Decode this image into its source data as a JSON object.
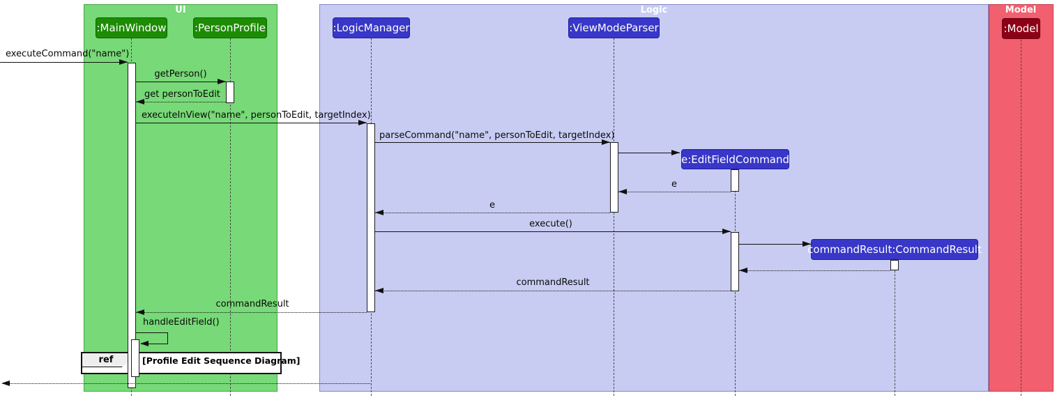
{
  "frames": {
    "ui": {
      "title": "UI"
    },
    "logic": {
      "title": "Logic"
    },
    "model": {
      "title": "Model"
    }
  },
  "participants": {
    "main_window": {
      "label": ":MainWindow"
    },
    "person_profile": {
      "label": ":PersonProfile"
    },
    "logic_manager": {
      "label": ":LogicManager"
    },
    "view_mode_parser": {
      "label": ":ViewModeParser"
    },
    "edit_field_command": {
      "label": "e:EditFieldCommand"
    },
    "command_result": {
      "label": "commandResult:CommandResult"
    },
    "model": {
      "label": ":Model"
    }
  },
  "messages": {
    "execute_command": "executeCommand(\"name\")",
    "get_person": "getPerson()",
    "get_person_to_edit": "get personToEdit",
    "execute_in_view": "executeInView(\"name\", personToEdit, targetIndex)",
    "parse_command": "parseCommand(\"name\", personToEdit, targetIndex)",
    "e_return_1": "e",
    "e_return_2": "e",
    "execute": "execute()",
    "command_result_return_1": "commandResult",
    "command_result_return_2": "commandResult",
    "handle_edit_field": "handleEditField()"
  },
  "ref": {
    "keyword": "ref",
    "label": "[Profile Edit Sequence Diagram]"
  },
  "colors": {
    "ui_frame_fill": "#77d977",
    "ui_frame_border": "#46a346",
    "ui_box_fill": "#1d8c04",
    "ui_box_border": "#0e6400",
    "logic_frame_fill": "#c8ccf2",
    "logic_frame_border": "#8186c8",
    "logic_box_fill": "#3837c8",
    "logic_box_border": "#201ea0",
    "model_frame_fill": "#f25f6e",
    "model_frame_border": "#c43c4e",
    "model_box_fill": "#8e0016",
    "model_box_border": "#600010"
  }
}
